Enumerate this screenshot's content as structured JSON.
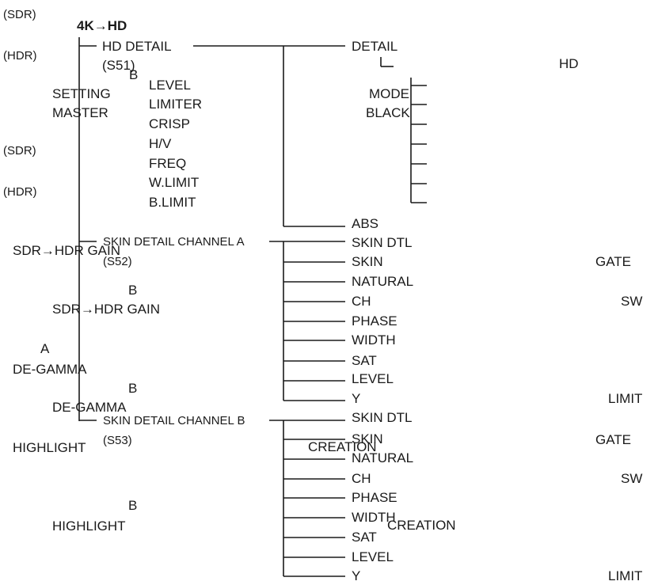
{
  "header": {
    "title": "4K→HD"
  },
  "tags": {
    "sdr_1": "(SDR)",
    "hdr_1": "(HDR)",
    "sdr_2": "(SDR)",
    "hdr_2": "(HDR)"
  },
  "left_column": {
    "setting": "SETTING",
    "master": "MASTER",
    "sdr_hdr_gain_1": "SDR→HDR GAIN",
    "b_1": "B",
    "sdr_hdr_gain_2": "SDR→HDR GAIN",
    "a_1": "A",
    "de_gamma_1": "DE-GAMMA",
    "b_2": "B",
    "de_gamma_2": "DE-GAMMA",
    "highlight_1": "HIGHLIGHT",
    "b_3": "B",
    "highlight_2": "HIGHLIGHT"
  },
  "menus": {
    "hd_detail": {
      "label": "HD DETAIL",
      "code": "(S51)",
      "b": "B",
      "items": [
        "LEVEL",
        "LIMITER",
        "CRISP",
        "H/V",
        "FREQ",
        "W.LIMIT",
        "B.LIMIT"
      ]
    },
    "skin_a": {
      "label": "SKIN DETAIL CHANNEL A",
      "code": "(S52)"
    },
    "skin_b": {
      "label": "SKIN DETAIL CHANNEL B",
      "code": "(S53)"
    }
  },
  "detail_branch": {
    "detail": "DETAIL",
    "mode": "MODE",
    "black": "BLACK",
    "abs": "ABS",
    "hd": "HD"
  },
  "skin_a_items": [
    "SKIN DTL",
    "SKIN",
    "NATURAL",
    "CH",
    "PHASE",
    "WIDTH",
    "SAT",
    "LEVEL",
    "Y"
  ],
  "skin_b_items": [
    "SKIN DTL",
    "SKIN",
    "NATURAL",
    "CH",
    "PHASE",
    "WIDTH",
    "SAT",
    "LEVEL",
    "Y"
  ],
  "right_column": {
    "gate_1": "GATE",
    "sw_1": "SW",
    "limit_1": "LIMIT",
    "gate_2": "GATE",
    "sw_2": "SW",
    "limit_2": "LIMIT"
  },
  "overlays": {
    "creation_1": "CREATION",
    "creation_2": "CREATION"
  }
}
